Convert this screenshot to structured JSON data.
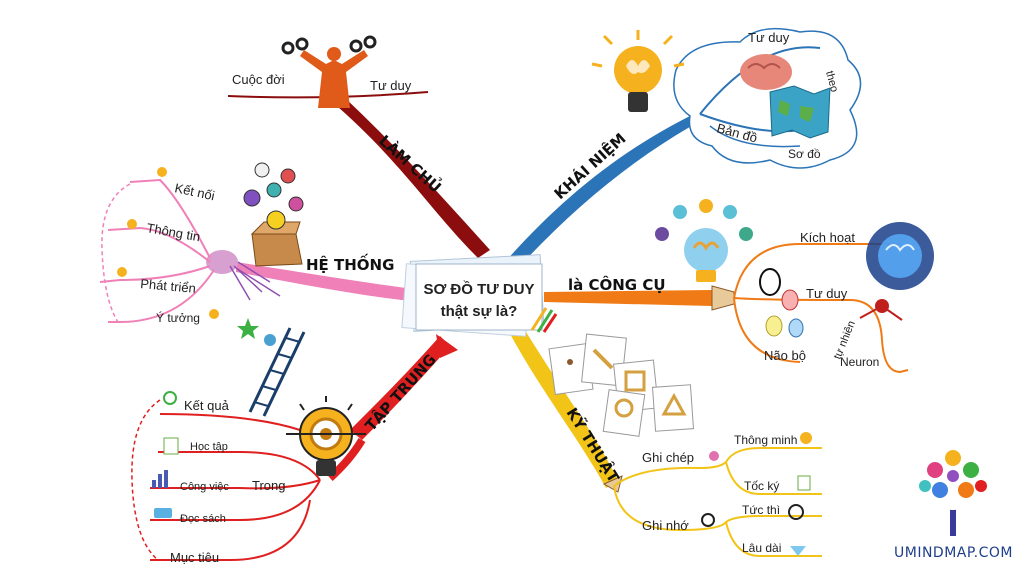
{
  "center": {
    "line1": "SƠ ĐỒ TƯ DUY",
    "line2": "thật sự là?"
  },
  "branches": {
    "lam_chu": {
      "label": "LÀM CHỦ",
      "color": "#8b0d0d",
      "sub": [
        "Cuộc đời",
        "Tư duy"
      ]
    },
    "khai_niem": {
      "label": "KHÁI NIỆM",
      "color": "#2b74b8",
      "sub": [
        "Tư duy",
        "theo",
        "Bản đồ",
        "Sơ đồ"
      ]
    },
    "cong_cu": {
      "label": "là CÔNG CỤ",
      "color": "#f07b16",
      "sub": [
        "Kích hoạt",
        "Tư duy",
        "tự nhiên",
        "Não bộ",
        "Neuron"
      ]
    },
    "ky_thuat": {
      "label": "KỸ THUẬT",
      "color": "#f2c418",
      "sub": [
        "Ghi chép",
        "Thông minh",
        "Tốc ký",
        "Ghi nhớ",
        "Tức thì",
        "Lâu dài"
      ]
    },
    "tap_trung": {
      "label": "TẬP TRUNG",
      "color": "#e02020",
      "sub": [
        "Kết quả",
        "Học tập",
        "Công việc",
        "Trong",
        "Đọc sách",
        "Mục tiêu"
      ]
    },
    "he_thong": {
      "label": "HỆ THỐNG",
      "color": "#f080b8",
      "sub": [
        "Kết nối",
        "Thông tin",
        "Phát triển",
        "Ý tưởng"
      ]
    }
  },
  "brand": "UMINDMAP.COM",
  "icons": [
    "broken-chains-figure-icon",
    "lightbulb-brain-icon",
    "brain-icon",
    "map-icon",
    "brain-lightbulb-icon",
    "electric-brain-icon",
    "lightbulbs-box-icon",
    "target-lightbulb-icon",
    "ladder-star-icon",
    "shapes-cards-icon",
    "tree-logo-icon"
  ]
}
